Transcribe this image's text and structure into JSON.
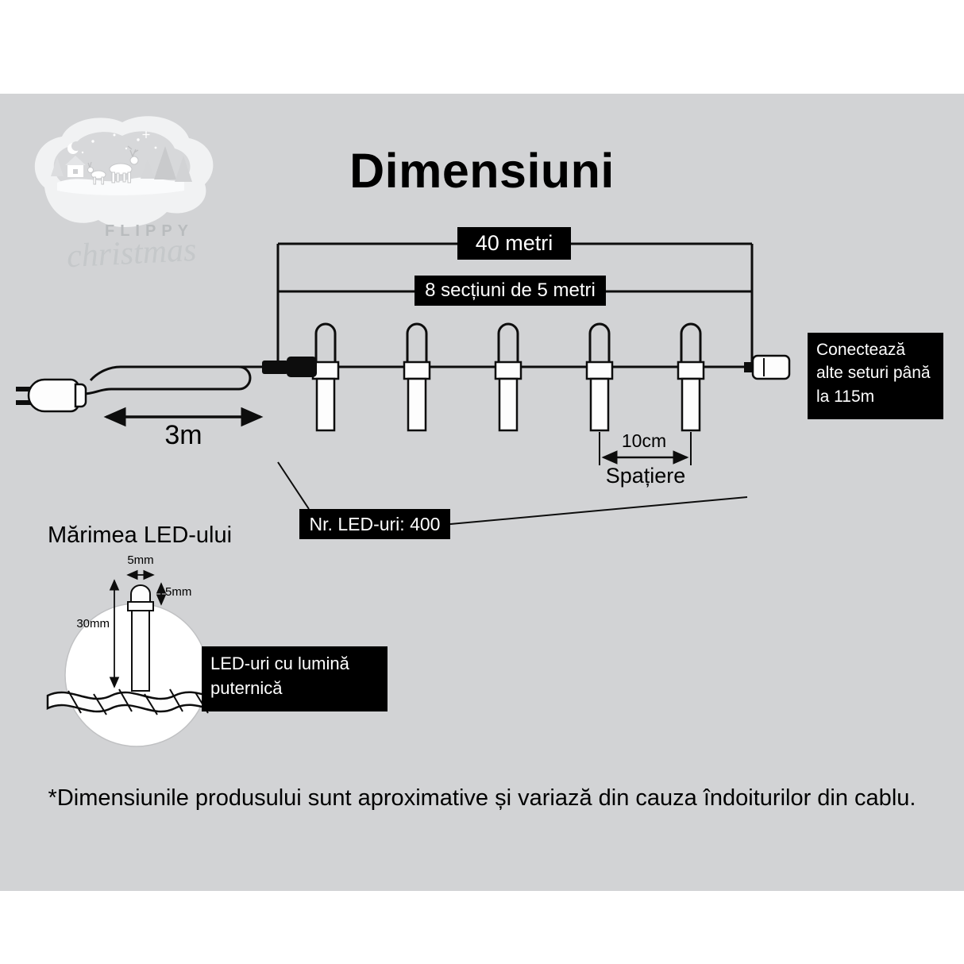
{
  "page": {
    "title": "Dimensiuni",
    "disclaimer": "*Dimensiunile produsului sunt aproximative și variază din cauza îndoiturilor din cablu."
  },
  "logo": {
    "line1": "FLIPPY",
    "line2": "christmas"
  },
  "string_diagram": {
    "total_length": "40 metri",
    "sections": "8 secțiuni de 5 metri",
    "lead_length": "3m",
    "spacing_value": "10cm",
    "spacing_caption": "Spațiere",
    "led_count": "Nr. LED-uri: 400",
    "extend_note": "Conectează alte seturi până la 115m"
  },
  "led_detail": {
    "title": "Mărimea LED-ului",
    "width": "5mm",
    "height": "5mm",
    "length": "30mm",
    "callout": "LED-uri cu lumină puternică"
  },
  "colors": {
    "panel_bg": "#d2d3d5",
    "label_bg": "#000000",
    "label_text": "#ffffff",
    "line_color": "#0d0d0d"
  }
}
